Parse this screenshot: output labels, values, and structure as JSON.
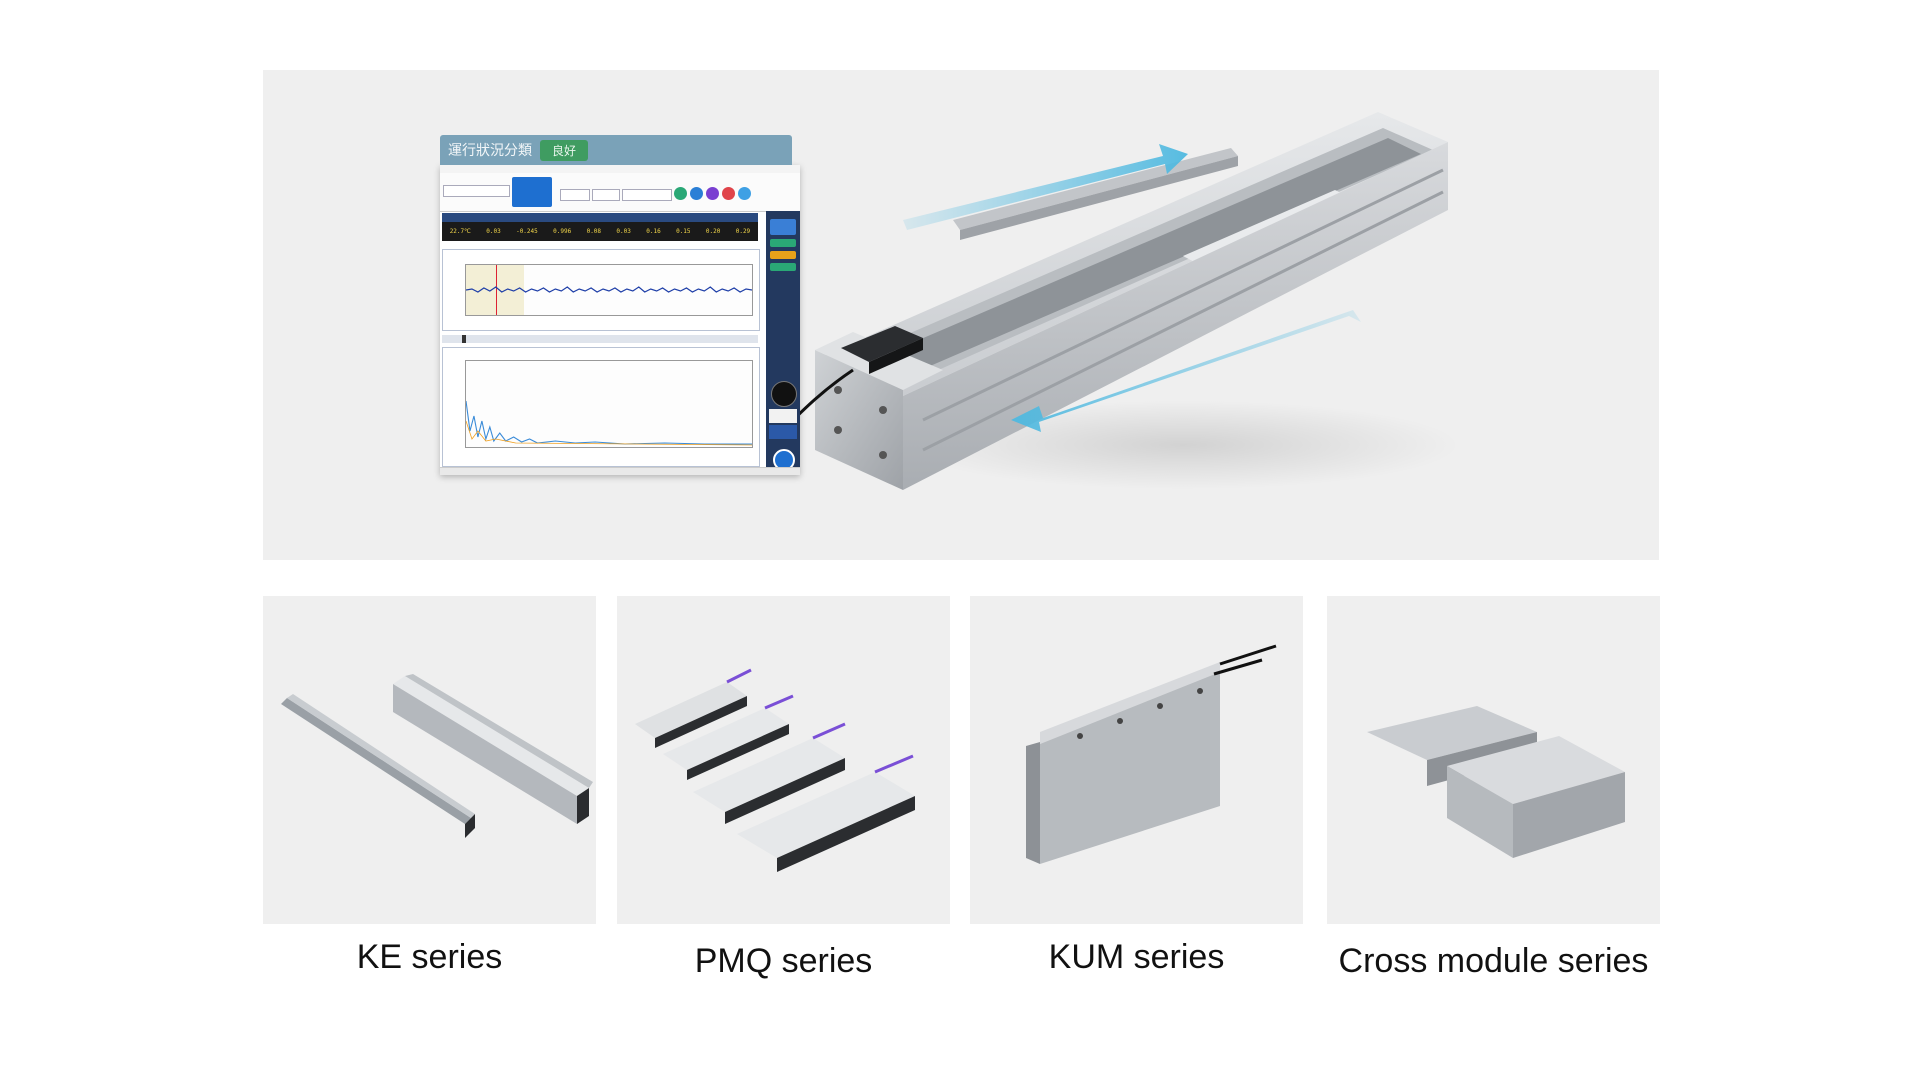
{
  "hero": {
    "software_panel": {
      "banner_title": "運行狀況分類",
      "status_badge": "良好",
      "stat_values": [
        "22.7℃",
        "0.03",
        "-0.245",
        "0.996",
        "0.08",
        "0.03",
        "0.16",
        "0.15",
        "0.20",
        "0.29"
      ]
    },
    "arrow_color": "#4fb9e0"
  },
  "products": [
    {
      "label": "KE series"
    },
    {
      "label": "PMQ series"
    },
    {
      "label": "KUM series"
    },
    {
      "label": "Cross module series"
    }
  ]
}
